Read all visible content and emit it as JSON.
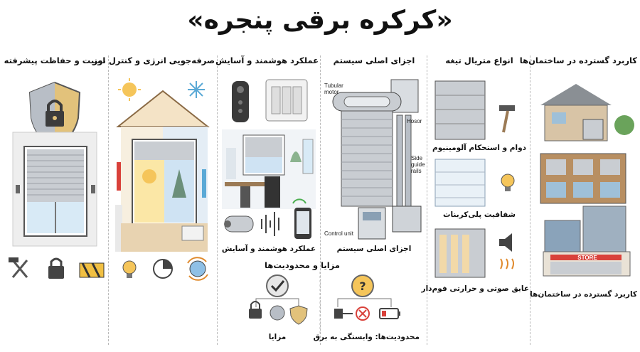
{
  "title": "«کرکره برقی پنجره»",
  "columns": {
    "security": {
      "title": "امنیت و حفاظت پیشرفته"
    },
    "energy": {
      "title": "صرفه‌جویی انرژی و کنترل نور"
    },
    "smart": {
      "title": "عملکرد هوشمند و آسایش",
      "caption": "عملکرد هوشمند و آسایش"
    },
    "components": {
      "title": "اجزای اصلی سیستم",
      "caption": "اجزای اصلی سیستم",
      "labels": {
        "motor": "Tubular motor",
        "hood": "Hosor",
        "rails": "Side guide rails",
        "control": "Control unit"
      }
    },
    "materials": {
      "title": "انواع متریال تیغه",
      "items": [
        "دوام و استحکام آلومینیوم",
        "شفافیت پلی‌کربنات",
        "عایق صوتی و حرارتی فوم‌دار"
      ]
    },
    "usage": {
      "title": "کاربرد گسترده در ساختمان‌ها",
      "caption": "کاربرد گسترده در ساختمان‌ها",
      "store_sign": "STORE"
    }
  },
  "pros_cons": {
    "title": "مزایا و محدودیت‌ها",
    "pros": "مزایا",
    "cons": "محدودیت‌ها: وابستگی به برق"
  },
  "icons": {
    "security": [
      "hammer-wrench-icon",
      "padlock-icon",
      "barrier-icon"
    ],
    "energy": [
      "lightbulb-icon",
      "clock-icon",
      "globe-arrows-icon"
    ],
    "pros": [
      "check-icon",
      "lock-icon",
      "head-sound-icon",
      "shield-icon"
    ],
    "cons": [
      "question-icon",
      "plug-icon",
      "low-battery-icon"
    ]
  },
  "colors": {
    "gold": "#e2c27b",
    "shutter": "#c9cdd2",
    "warm": "#f5c55a",
    "cold": "#cfe3f3",
    "red": "#d9413a",
    "accent_green": "#4caf50"
  }
}
